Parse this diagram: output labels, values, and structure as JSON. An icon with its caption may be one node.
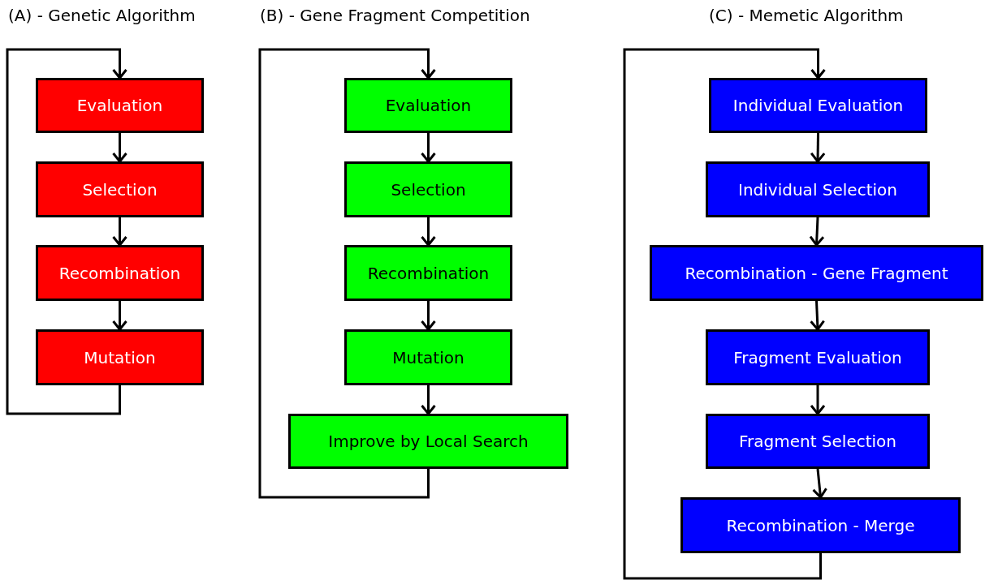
{
  "diagram": {
    "nodes": [
      {
        "text": [
          "Evaluation"
        ]
      },
      {
        "text": [
          "Selection"
        ]
      },
      {
        "text": [
          "Recombination"
        ]
      },
      {
        "text": [
          "Mutation"
        ]
      },
      {
        "text": [
          "Evaluation"
        ]
      },
      {
        "text": [
          "Selection"
        ]
      },
      {
        "text": [
          "Recombination"
        ]
      },
      {
        "text": [
          "Mutation"
        ]
      },
      {
        "text": [
          "Improve by Local Search"
        ]
      },
      {
        "text": [
          "Individual Evaluation"
        ]
      },
      {
        "text": [
          "Individual Selection"
        ]
      },
      {
        "text": [
          "Recombination - Gene Fragment"
        ]
      },
      {
        "text": [
          "Fragment Evaluation"
        ]
      },
      {
        "text": [
          "Fragment Selection"
        ]
      },
      {
        "text": [
          "Recombination - Merge"
        ]
      }
    ],
    "edges": [
      {
        "from": 0,
        "to": 1,
        "arrow": "to"
      },
      {
        "from": 1,
        "to": 2,
        "arrow": "to"
      },
      {
        "from": 2,
        "to": 3,
        "arrow": "to"
      },
      {
        "from": 3,
        "to": 0,
        "arrow": "to"
      },
      {
        "from": 4,
        "to": 5,
        "arrow": "to"
      },
      {
        "from": 5,
        "to": 6,
        "arrow": "to"
      },
      {
        "from": 6,
        "to": 7,
        "arrow": "to"
      },
      {
        "from": 7,
        "to": 8,
        "arrow": "to"
      },
      {
        "from": 8,
        "to": 4,
        "arrow": "to"
      },
      {
        "from": 9,
        "to": 10,
        "arrow": "to"
      },
      {
        "from": 10,
        "to": 11,
        "arrow": "to"
      },
      {
        "from": 11,
        "to": 12,
        "arrow": "to"
      },
      {
        "from": 12,
        "to": 13,
        "arrow": "to"
      },
      {
        "from": 13,
        "to": 14,
        "arrow": "to"
      },
      {
        "from": 14,
        "to": 9,
        "arrow": "to"
      }
    ],
    "labels": [
      "(A) - Genetic Algorithm",
      "(B) - Gene Fragment Competition",
      "(C) - Memetic Algorithm"
    ]
  }
}
